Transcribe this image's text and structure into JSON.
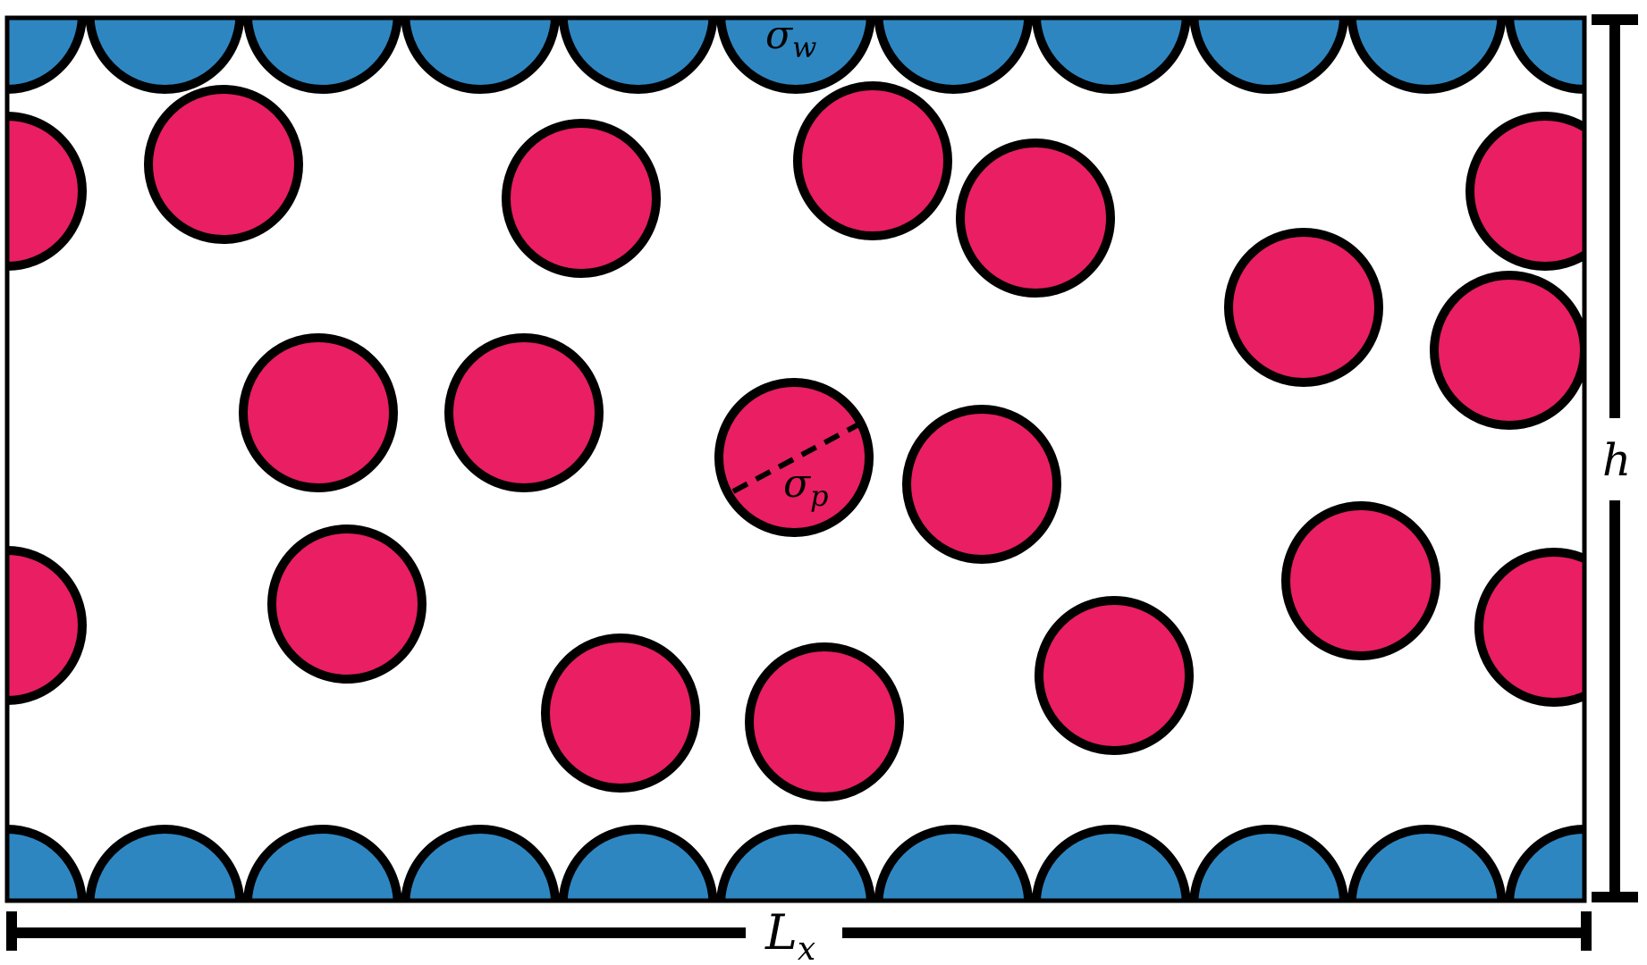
{
  "labels": {
    "wall_diameter": {
      "symbol": "σ",
      "subscript": "w"
    },
    "particle_diameter": {
      "symbol": "σ",
      "subscript": "p"
    },
    "height": {
      "symbol": "h"
    },
    "length": {
      "symbol": "L",
      "subscript": "x"
    }
  },
  "colors": {
    "wall_particle": "#2e86c1",
    "fluid_particle": "#e91e63",
    "outline": "#000000",
    "background": "#ffffff"
  }
}
